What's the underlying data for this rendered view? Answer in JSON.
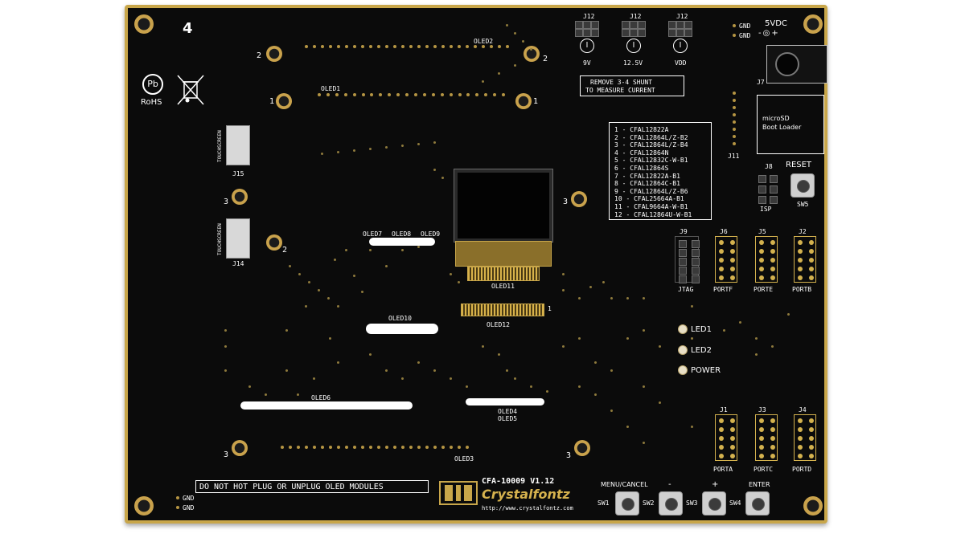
{
  "board": {
    "corner_number": "4",
    "rohs_label": "RoHS",
    "pb_label": "Pb",
    "oled_labels": {
      "oled1": "OLED1",
      "oled2": "OLED2",
      "oled3": "OLED3",
      "oled4": "OLED4",
      "oled5": "OLED5",
      "oled6": "OLED6",
      "oled7": "OLED7",
      "oled8": "OLED8",
      "oled9": "OLED9",
      "oled10": "OLED10",
      "oled11": "OLED11",
      "oled12": "OLED12"
    },
    "hole_labels": {
      "h2a": "2",
      "h2b": "2",
      "h1a": "1",
      "h1b": "1",
      "h3a": "3",
      "h3b": "3",
      "h2c": "2",
      "h3c": "3",
      "h3d": "3",
      "oled12_pin": "1"
    },
    "touch": {
      "label": "TOUCHSCREEN",
      "j15": "J15",
      "j14": "J14"
    },
    "jumpers": {
      "j12a": "J12",
      "j12b": "J12",
      "j12c": "J12",
      "v9": "9V",
      "v125": "12.5V",
      "vdd": "VDD"
    },
    "current_note": [
      "REMOVE 3-4 SHUNT",
      "TO MEASURE CURRENT"
    ],
    "power": {
      "gnd1": "GND",
      "gnd2": "GND",
      "vdc": "5VDC",
      "j7": "J7",
      "j11": "J11"
    },
    "sd": [
      "microSD",
      "Boot Loader"
    ],
    "reset": {
      "label": "RESET",
      "sw5": "SW5",
      "j8": "J8",
      "isp": "ISP"
    },
    "model_list": [
      "1  - CFAL12822A",
      "2  - CFAL12864L/Z-B2",
      "3  - CFAL12864L/Z-B4",
      "4  - CFAL12864N",
      "5  - CFAL12832C-W-B1",
      "6  - CFAL12864S",
      "7  - CFAL12822A-B1",
      "8  - CFAL12864C-B1",
      "9  - CFAL12864L/Z-B6",
      "10 - CFAL25664A-B1",
      "11 - CFAL9664A-W-B1",
      "12 - CFAL12864U-W-B1"
    ],
    "ports_top": {
      "j9": "J9",
      "jtag": "JTAG",
      "j6": "J6",
      "portf": "PORTF",
      "j5": "J5",
      "porte": "PORTE",
      "j2": "J2",
      "portb": "PORTB"
    },
    "leds": {
      "led1": "LED1",
      "led2": "LED2",
      "power": "POWER"
    },
    "ports_bottom": {
      "j1": "J1",
      "porta": "PORTA",
      "j3": "J3",
      "portc": "PORTC",
      "j4": "J4",
      "portd": "PORTD"
    },
    "warning": "DO NOT HOT PLUG OR UNPLUG OLED MODULES",
    "gnd_bottom": [
      "GND",
      "GND"
    ],
    "model": "CFA-10009 V1.12",
    "brand": "Crystalfontz",
    "url": "http://www.crystalfontz.com",
    "buttons": {
      "menu": "MENU/CANCEL",
      "minus": "-",
      "plus": "+",
      "enter": "ENTER",
      "sw1": "SW1",
      "sw2": "SW2",
      "sw3": "SW3",
      "sw4": "SW4"
    },
    "colors": {
      "pcb": "#0b0b0b",
      "gold": "#c8a64a",
      "silk": "#ffffff"
    }
  }
}
